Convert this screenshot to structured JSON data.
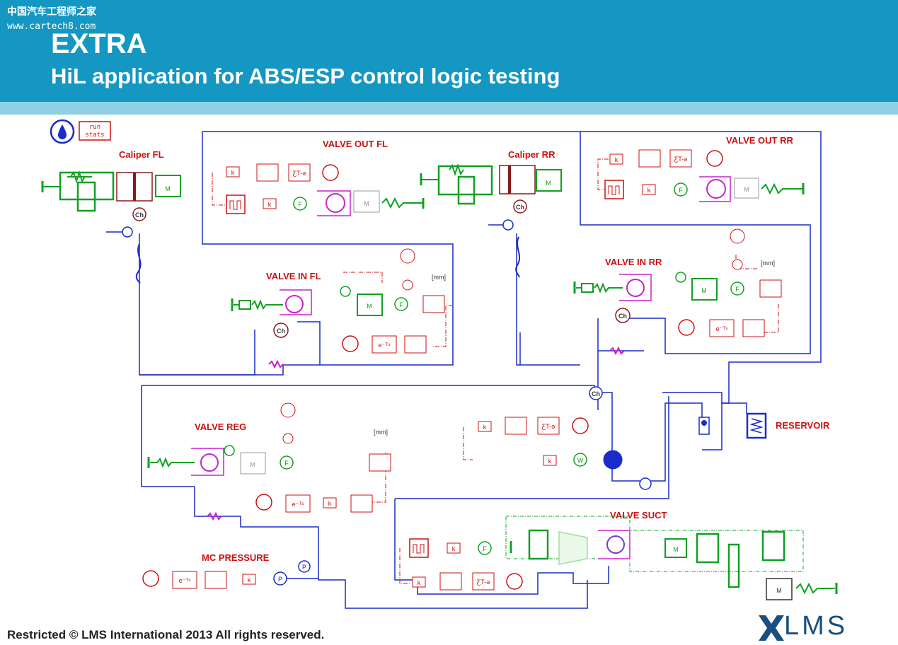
{
  "header": {
    "watermark_cn": "中国汽车工程师之家",
    "watermark_url": "www.cartech8.com",
    "title": "EXTRA",
    "subtitle": "HiL application for ABS/ESP control logic testing"
  },
  "toolbar": {
    "run_stats": "run\nstats",
    "run_stats_line1": "run",
    "run_stats_line2": "stats"
  },
  "labels": {
    "caliper_fl": "Caliper FL",
    "valve_out_fl": "VALVE OUT FL",
    "caliper_rr": "Caliper RR",
    "valve_out_rr": "VALVE OUT RR",
    "valve_in_fl": "VALVE IN FL",
    "valve_in_rr": "VALVE IN RR",
    "valve_reg": "VALVE REG",
    "reservoir": "RESERVOIR",
    "valve_suct": "VALVE SUCT",
    "mc_pressure": "MC PRESSURE"
  },
  "units": {
    "mm1": "[mm]",
    "mm2": "[mm]",
    "mm3": "[mm]"
  },
  "block_text": {
    "k": "k",
    "F": "F",
    "M": "M",
    "Ch": "Ch",
    "P": "P",
    "W": "W",
    "exp": "e⁻ᵀˢ",
    "exp_rev": "ƸT-ə"
  },
  "footer": {
    "copyright": "Restricted © LMS International 2013 All rights reserved.",
    "logo": "LMS"
  },
  "colors": {
    "header": "#1597c3",
    "strip": "#8fd0e5",
    "hydraulic": "#1a2cc9",
    "signal": "#cc1111",
    "mechanical": "#11a022",
    "valve": "#cc22cc"
  }
}
